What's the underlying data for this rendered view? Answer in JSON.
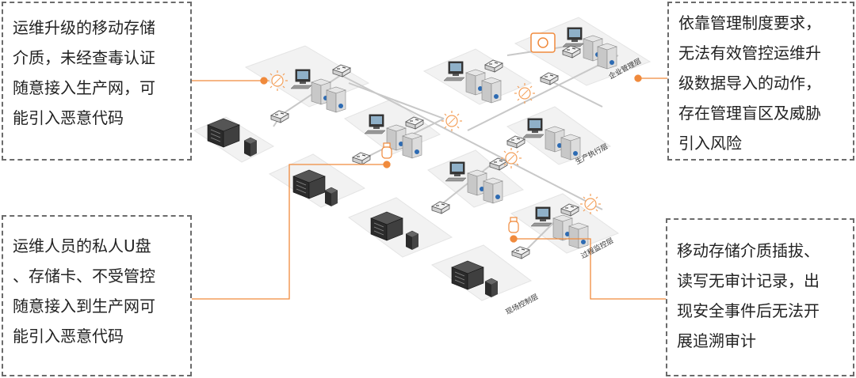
{
  "callouts": {
    "top_left": [
      "运维升级的移动存储",
      "介质，未经查毒认证",
      "随意接入生产网，可",
      "能引入恶意代码"
    ],
    "bottom_left": [
      "运维人员的私人U盘",
      "、存储卡、不受管控",
      "随意接入到生产网可",
      "能引入恶意代码"
    ],
    "top_right": [
      "依靠管理制度要求，",
      "无法有效管控运维升",
      "级数据导入的动作，",
      "存在管理盲区及威胁",
      "引入风险"
    ],
    "bottom_right": [
      "移动存储介质插拔、",
      "读写无审计记录，出",
      "现安全事件后无法开",
      "展追溯审计"
    ]
  },
  "layers": {
    "enterprise": "企业管理层",
    "production": "生产执行层",
    "process": "过程监控层",
    "field": "现场控制层"
  },
  "colors": {
    "accent": "#f08a3c",
    "warning": "#f4a05a",
    "platform": "#f2f2f2",
    "line": "#c8c8c8"
  }
}
